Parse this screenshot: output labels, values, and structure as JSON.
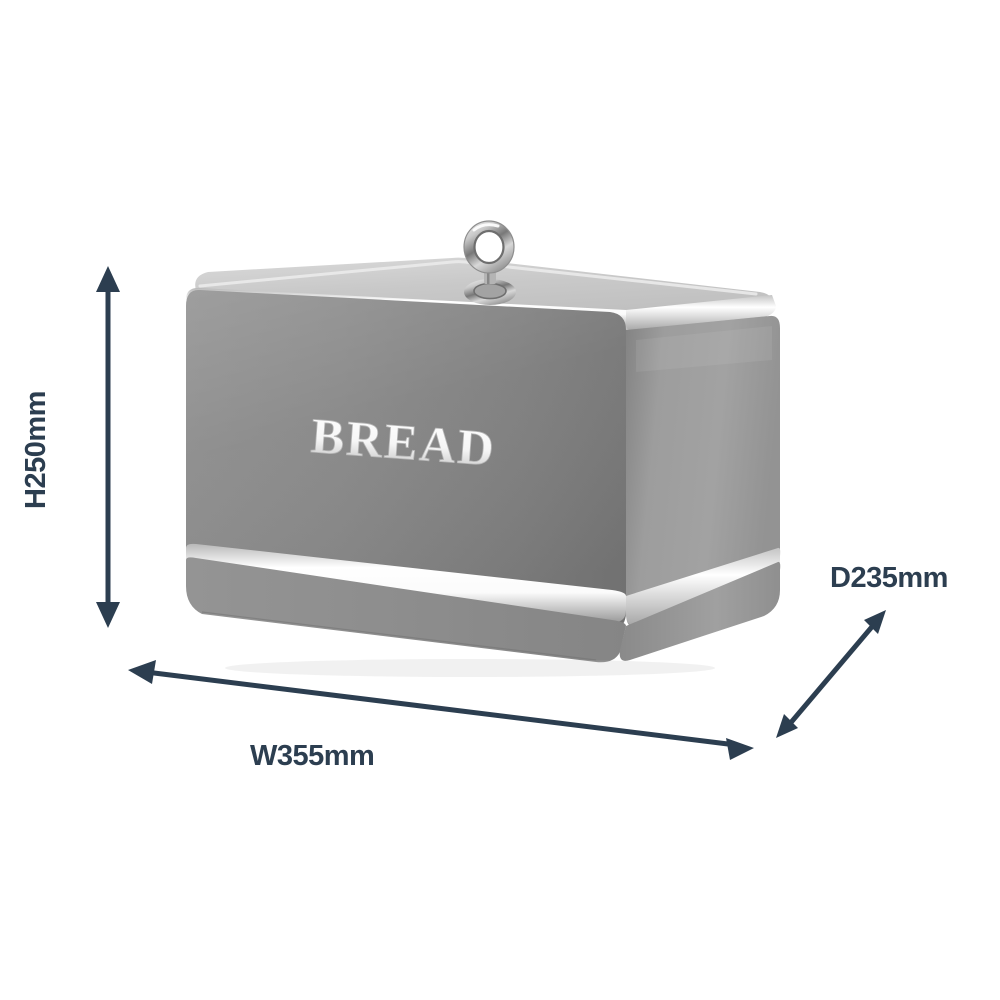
{
  "image": {
    "kind": "product-dimension-photo",
    "background_color": "#ffffff",
    "annotation_color": "#2c3e50"
  },
  "product": {
    "name": "bread-bin",
    "embossed_label": "BREAD",
    "body_color": "#8a8a8a",
    "side_color": "#9b9b9b",
    "lid_color": "#cfcfcf",
    "trim_color": "#f2f2f2",
    "base_color": "#8f8f8f",
    "knob": "ring-handle"
  },
  "dimensions": {
    "height": {
      "label": "H250mm",
      "value": 250,
      "unit": "mm",
      "axis": "height"
    },
    "width": {
      "label": "W355mm",
      "value": 355,
      "unit": "mm",
      "axis": "width"
    },
    "depth": {
      "label": "D235mm",
      "value": 235,
      "unit": "mm",
      "axis": "depth"
    }
  }
}
